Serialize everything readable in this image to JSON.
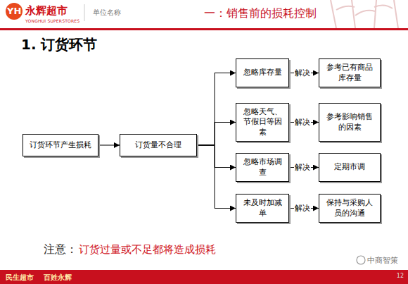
{
  "diagram": {
    "title": "一：销售前的损耗控制",
    "nodes": [
      {
        "text": [
          "订货环节产生损耗"
        ]
      },
      {
        "text": [
          "订货量不合理"
        ]
      },
      {
        "text": [
          "忽略库存量"
        ]
      },
      {
        "text": [
          "参考已有商品库存量"
        ]
      },
      {
        "text": [
          "忽略天气、节假日等因素"
        ]
      },
      {
        "text": [
          "参考影响销售的因素"
        ]
      },
      {
        "text": [
          "忽略市场调查"
        ]
      },
      {
        "text": [
          "定期市调"
        ]
      },
      {
        "text": [
          "未及时加减单"
        ]
      },
      {
        "text": [
          "保持与采购人员的沟通"
        ]
      }
    ],
    "edges": [
      {
        "from": 0,
        "to": 1,
        "arrow": "to"
      },
      {
        "from": 1,
        "to": 2,
        "arrow": "to"
      },
      {
        "from": 1,
        "to": 4,
        "arrow": "to"
      },
      {
        "from": 1,
        "to": 6,
        "arrow": "to"
      },
      {
        "from": 1,
        "to": 8,
        "arrow": "to"
      },
      {
        "from": 2,
        "to": 3,
        "label": "解决",
        "arrow": "to"
      },
      {
        "from": 4,
        "to": 5,
        "label": "解决",
        "arrow": "to"
      },
      {
        "from": 6,
        "to": 7,
        "label": "解决",
        "arrow": "to"
      },
      {
        "from": 8,
        "to": 9,
        "label": "解决",
        "arrow": "to"
      }
    ],
    "labels": [
      "YH",
      "永辉超市",
      "YONGHUI SUPERSTORES",
      "单位名称",
      "1. 订货环节",
      "注意：",
      "订货过量或不足都将造成损耗",
      "民生超市",
      "百姓永辉",
      "12",
      "中商智策"
    ]
  }
}
